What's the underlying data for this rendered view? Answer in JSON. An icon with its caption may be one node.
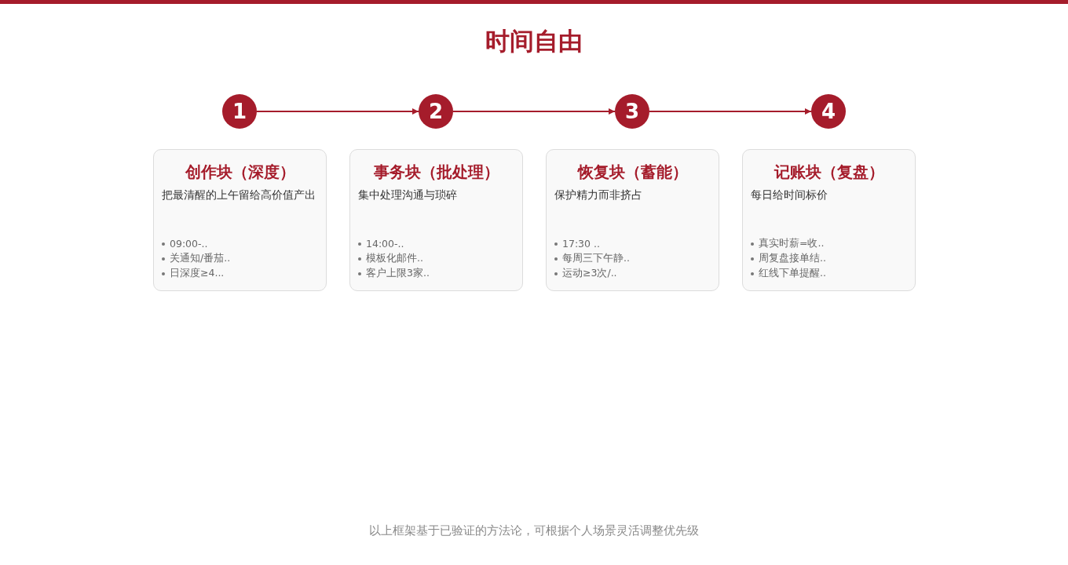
{
  "diagram": {
    "title": "时间自由",
    "caption": "以上框架基于已验证的方法论，可根据个人场景灵活调整优先级",
    "nodes": [
      {
        "text": [
          "1"
        ]
      },
      {
        "text": [
          "2"
        ]
      },
      {
        "text": [
          "3"
        ]
      },
      {
        "text": [
          "4"
        ]
      },
      {
        "text": [
          "创作块（深度）",
          "把最清醒的上午留给高价值产出",
          "09:00-..",
          "关通知/番茄..",
          "日深度≥4..."
        ]
      },
      {
        "text": [
          "事务块（批处理）",
          "集中处理沟通与琐碎",
          "14:00-..",
          "模板化邮件..",
          "客户上限3家.."
        ]
      },
      {
        "text": [
          "恢复块（蓄能）",
          "保护精力而非挤占",
          "17:30 ..",
          "每周三下午静..",
          "运动≥3次/.."
        ]
      },
      {
        "text": [
          "记账块（复盘）",
          "每日给时间标价",
          "真实时薪=收..",
          "周复盘接单结..",
          "红线下单提醒.."
        ]
      }
    ],
    "edges": [
      {
        "from": 0,
        "to": 1,
        "arrow": "to"
      },
      {
        "from": 1,
        "to": 2,
        "arrow": "to"
      },
      {
        "from": 2,
        "to": 3,
        "arrow": "to"
      }
    ]
  }
}
